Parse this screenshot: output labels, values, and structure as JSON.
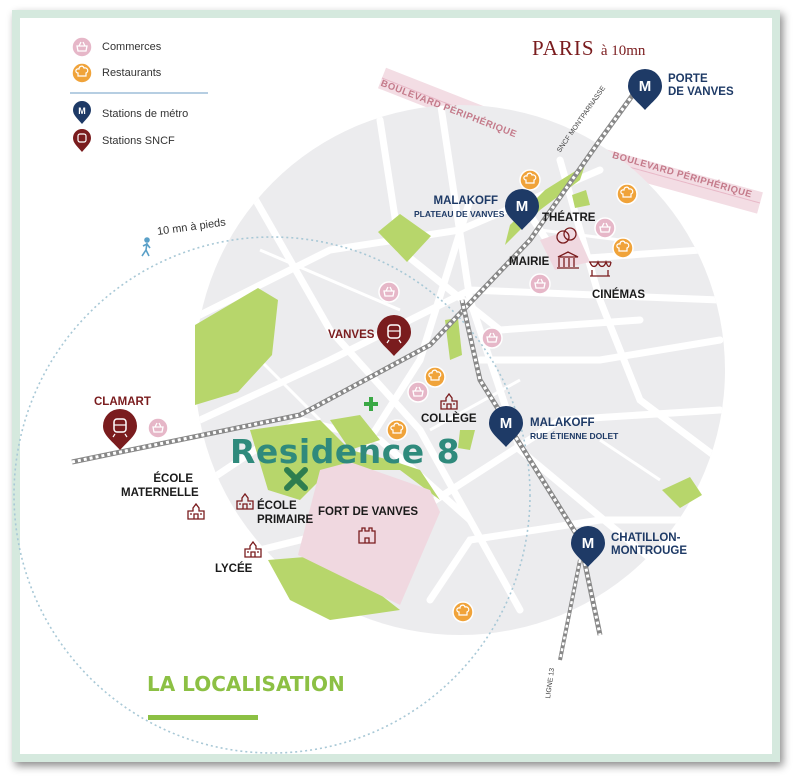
{
  "legend": {
    "commerces": "Commerces",
    "restaurants": "Restaurants",
    "metro": "Stations de métro",
    "sncf": "Stations SNCF"
  },
  "paris": {
    "name": "PARIS",
    "distance": "à 10mn"
  },
  "roads": {
    "boulevard_top": "BOULEVARD PÉRIPHÉRIQUE",
    "boulevard_right": "BOULEVARD PÉRIPHÉRIQUE",
    "sncf_line": "SNCF MONTPARNASSE",
    "ligne13": "LIGNE 13"
  },
  "metro_stations": {
    "porte_vanves": {
      "line1": "PORTE",
      "line2": "DE VANVES",
      "letter": "M"
    },
    "malakoff_plateau": {
      "line1": "MALAKOFF",
      "line2": "PLATEAU DE VANVES",
      "letter": "M"
    },
    "malakoff_dolet": {
      "line1": "MALAKOFF",
      "line2": "RUE ÉTIENNE DOLET",
      "letter": "M"
    },
    "chatillon": {
      "line1": "CHATILLON-",
      "line2": "MONTROUGE",
      "letter": "M"
    }
  },
  "sncf_stations": {
    "vanves": "VANVES",
    "clamart": "CLAMART"
  },
  "places": {
    "theatre": "THÉATRE",
    "mairie": "MAIRIE",
    "cinemas": "CINÉMAS",
    "college": "COLLÈGE",
    "ecole_maternelle_1": "ÉCOLE",
    "ecole_maternelle_2": "MATERNELLE",
    "ecole_primaire_1": "ÉCOLE",
    "ecole_primaire_2": "PRIMAIRE",
    "lycee": "LYCÉE",
    "fort": "FORT DE VANVES"
  },
  "walk_label": "10 mn à pieds",
  "residence": "Residence 8",
  "section_title": "LA LOCALISATION",
  "colors": {
    "commerce": "#e6b7c8",
    "restaurant": "#f0a33a",
    "metro": "#1e3a66",
    "sncf": "#7a1c1e",
    "green": "#b7d66b",
    "fort": "#f0d8e0",
    "residence": "#2f8a7c",
    "frame": "#d5e9de"
  },
  "icons": {
    "commerce": "basket-icon",
    "restaurant": "chef-hat-icon",
    "metro": "metro-pin-icon",
    "sncf": "train-pin-icon",
    "school": "school-icon",
    "walk": "pedestrian-icon"
  }
}
